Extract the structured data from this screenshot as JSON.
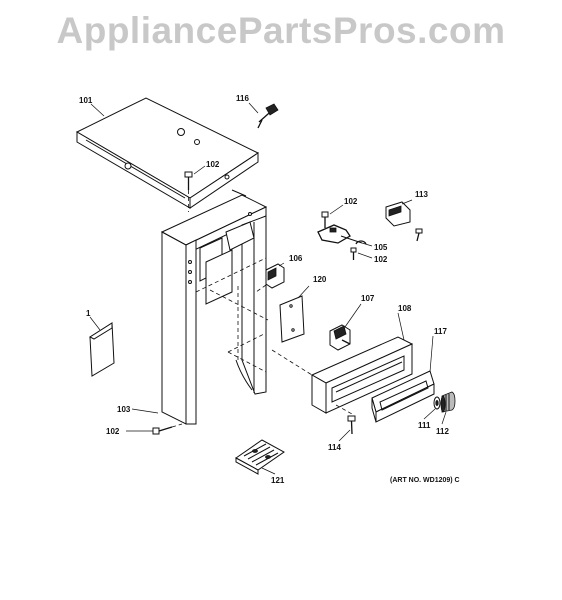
{
  "watermark": "AppliancePartsPros.com",
  "art_number": "(ART NO. WD1209) C",
  "callouts": {
    "c101": "101",
    "c116": "116",
    "c102_top": "102",
    "c113": "113",
    "c102_bracket": "102",
    "c105": "105",
    "c102_bracket_low": "102",
    "c106": "106",
    "c120": "120",
    "c1": "1",
    "c107": "107",
    "c108": "108",
    "c117": "117",
    "c103": "103",
    "c102_base": "102",
    "c114": "114",
    "c111": "111",
    "c112": "112",
    "c121": "121"
  }
}
